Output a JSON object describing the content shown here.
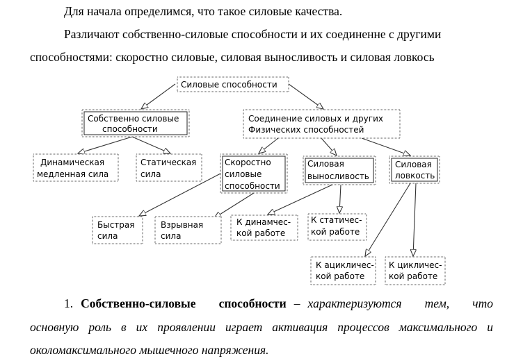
{
  "intro": {
    "line1": "Для начала определимся, что такое силовые качества.",
    "line2": "Различают собственно-силовые способности и их соединенне с другими",
    "line3": "способностями: скоростно силовые, силовая выносливость и силовая ловкось"
  },
  "diagram": {
    "root": "Силовые способности",
    "own": [
      "Собственно силовые",
      "способности"
    ],
    "combined": [
      "Соединение силовых и других",
      "Физических способностей"
    ],
    "dynamic_slow": [
      "Динамическая",
      "медленная сила"
    ],
    "static": [
      "Статическая",
      "сила"
    ],
    "speed_strength": [
      "Скоростно",
      "силовые",
      "способности"
    ],
    "endurance": [
      "Силовая",
      "выносливость"
    ],
    "agility": [
      "Силовая",
      "ловкость"
    ],
    "fast": [
      "Быстрая",
      "сила"
    ],
    "explosive": [
      "Взрывная",
      "сила"
    ],
    "dyn_work": [
      "К динамчес-",
      "кой работе"
    ],
    "stat_work": [
      "К статичес-",
      "кой работе"
    ],
    "acyclic": [
      "К ацикличес-",
      "кой работе"
    ],
    "cyclic": [
      "К цикличес-",
      "кой работе"
    ]
  },
  "para": {
    "number": "1.",
    "term": "Собственно-силовые   способности",
    "dash": " – ",
    "l1": "характеризуются   тем,   что",
    "l2": "основную роль в их проявлении играет активация процессов максимального и",
    "l3": "околомаксимального мышечного напряжения."
  }
}
